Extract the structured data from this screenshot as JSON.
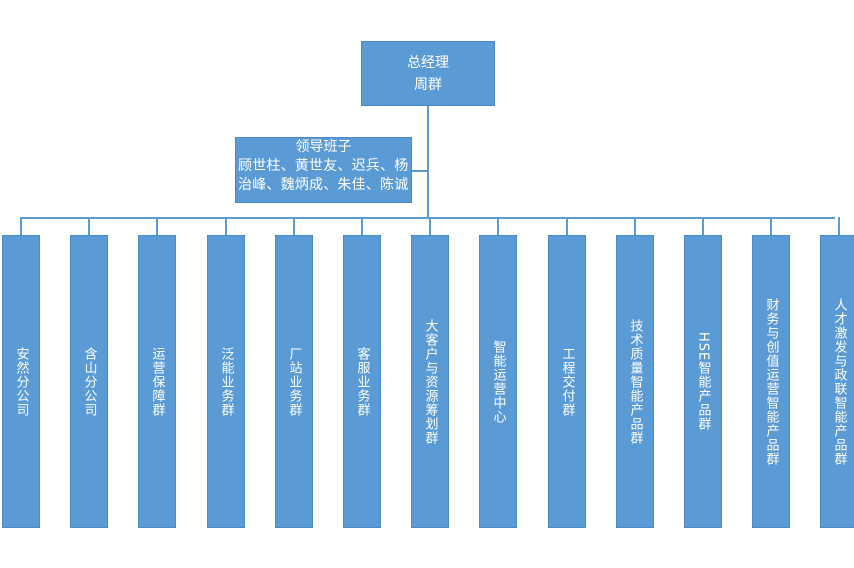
{
  "chart_data": {
    "type": "org-chart",
    "root": {
      "title": "总经理",
      "name": "周群"
    },
    "leadership": {
      "title": "领导班子",
      "members_line1": "顾世柱、黄世友、迟兵、杨",
      "members_line2": "治峰、魏炳成、朱佳、陈诚"
    },
    "departments": [
      "安然分公司",
      "含山分公司",
      "运营保障群",
      "泛能业务群",
      "厂站业务群",
      "客服业务群",
      "大客户与资源筹划群",
      "智能运营中心",
      "工程交付群",
      "技术质量智能产品群",
      "HSE智能产品群",
      "财务与创值运营智能产品群",
      "人才激发与政联智能产品群"
    ],
    "colors": {
      "box_fill": "#5b9bd5",
      "line": "#5b9bd5",
      "text": "#ffffff"
    }
  }
}
